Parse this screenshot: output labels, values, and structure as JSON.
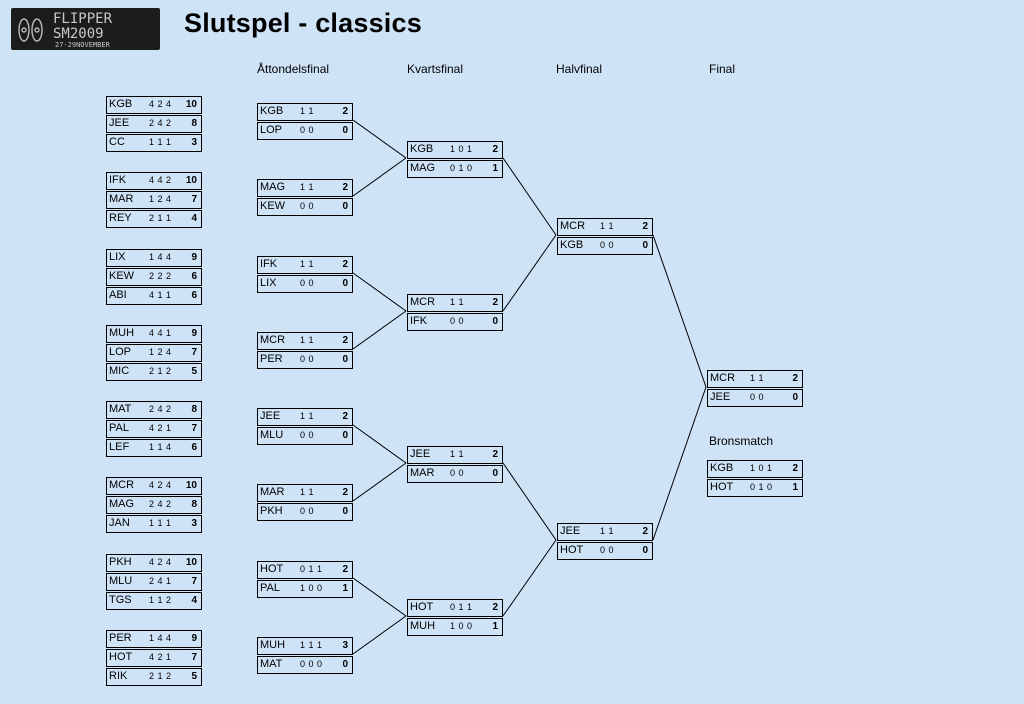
{
  "logo": {
    "line1": "FLIPPER",
    "line2": "SM2009",
    "line3": "27-29NOVEMBER"
  },
  "title": "Slutspel - classics",
  "round_headers": [
    "Åttondelsfinal",
    "Kvartsfinal",
    "Halvfinal",
    "Final"
  ],
  "bronze_label": "Bronsmatch",
  "groups": [
    [
      {
        "t": "KGB",
        "g": "4 2 4",
        "s": "10"
      },
      {
        "t": "JEE",
        "g": "2 4 2",
        "s": "8"
      },
      {
        "t": "CC",
        "g": "1 1 1",
        "s": "3"
      }
    ],
    [
      {
        "t": "IFK",
        "g": "4 4 2",
        "s": "10"
      },
      {
        "t": "MAR",
        "g": "1 2 4",
        "s": "7"
      },
      {
        "t": "REY",
        "g": "2 1 1",
        "s": "4"
      }
    ],
    [
      {
        "t": "LIX",
        "g": "1 4 4",
        "s": "9"
      },
      {
        "t": "KEW",
        "g": "2 2 2",
        "s": "6"
      },
      {
        "t": "ABI",
        "g": "4 1 1",
        "s": "6"
      }
    ],
    [
      {
        "t": "MUH",
        "g": "4 4 1",
        "s": "9"
      },
      {
        "t": "LOP",
        "g": "1 2 4",
        "s": "7"
      },
      {
        "t": "MIC",
        "g": "2 1 2",
        "s": "5"
      }
    ],
    [
      {
        "t": "MAT",
        "g": "2 4 2",
        "s": "8"
      },
      {
        "t": "PAL",
        "g": "4 2 1",
        "s": "7"
      },
      {
        "t": "LEF",
        "g": "1 1 4",
        "s": "6"
      }
    ],
    [
      {
        "t": "MCR",
        "g": "4 2 4",
        "s": "10"
      },
      {
        "t": "MAG",
        "g": "2 4 2",
        "s": "8"
      },
      {
        "t": "JAN",
        "g": "1 1 1",
        "s": "3"
      }
    ],
    [
      {
        "t": "PKH",
        "g": "4 2 4",
        "s": "10"
      },
      {
        "t": "MLU",
        "g": "2 4 1",
        "s": "7"
      },
      {
        "t": "TGS",
        "g": "1 1 2",
        "s": "4"
      }
    ],
    [
      {
        "t": "PER",
        "g": "1 4 4",
        "s": "9"
      },
      {
        "t": "HOT",
        "g": "4 2 1",
        "s": "7"
      },
      {
        "t": "RIK",
        "g": "2 1 2",
        "s": "5"
      }
    ]
  ],
  "r16": [
    [
      {
        "t": "KGB",
        "g": "1 1",
        "s": "2"
      },
      {
        "t": "LOP",
        "g": "0 0",
        "s": "0"
      }
    ],
    [
      {
        "t": "MAG",
        "g": "1 1",
        "s": "2"
      },
      {
        "t": "KEW",
        "g": "0 0",
        "s": "0"
      }
    ],
    [
      {
        "t": "IFK",
        "g": "1 1",
        "s": "2"
      },
      {
        "t": "LIX",
        "g": "0 0",
        "s": "0"
      }
    ],
    [
      {
        "t": "MCR",
        "g": "1 1",
        "s": "2"
      },
      {
        "t": "PER",
        "g": "0 0",
        "s": "0"
      }
    ],
    [
      {
        "t": "JEE",
        "g": "1 1",
        "s": "2"
      },
      {
        "t": "MLU",
        "g": "0 0",
        "s": "0"
      }
    ],
    [
      {
        "t": "MAR",
        "g": "1 1",
        "s": "2"
      },
      {
        "t": "PKH",
        "g": "0 0",
        "s": "0"
      }
    ],
    [
      {
        "t": "HOT",
        "g": "0 1 1",
        "s": "2"
      },
      {
        "t": "PAL",
        "g": "1 0 0",
        "s": "1"
      }
    ],
    [
      {
        "t": "MUH",
        "g": "1 1 1",
        "s": "3"
      },
      {
        "t": "MAT",
        "g": "0 0 0",
        "s": "0"
      }
    ]
  ],
  "qf": [
    [
      {
        "t": "KGB",
        "g": "1 0 1",
        "s": "2"
      },
      {
        "t": "MAG",
        "g": "0 1 0",
        "s": "1"
      }
    ],
    [
      {
        "t": "MCR",
        "g": "1 1",
        "s": "2"
      },
      {
        "t": "IFK",
        "g": "0 0",
        "s": "0"
      }
    ],
    [
      {
        "t": "JEE",
        "g": "1 1",
        "s": "2"
      },
      {
        "t": "MAR",
        "g": "0 0",
        "s": "0"
      }
    ],
    [
      {
        "t": "HOT",
        "g": "0 1 1",
        "s": "2"
      },
      {
        "t": "MUH",
        "g": "1 0 0",
        "s": "1"
      }
    ]
  ],
  "sf": [
    [
      {
        "t": "MCR",
        "g": "1 1",
        "s": "2"
      },
      {
        "t": "KGB",
        "g": "0 0",
        "s": "0"
      }
    ],
    [
      {
        "t": "JEE",
        "g": "1 1",
        "s": "2"
      },
      {
        "t": "HOT",
        "g": "0 0",
        "s": "0"
      }
    ]
  ],
  "final": [
    [
      {
        "t": "MCR",
        "g": "1 1",
        "s": "2"
      },
      {
        "t": "JEE",
        "g": "0 0",
        "s": "0"
      }
    ]
  ],
  "bronze": [
    [
      {
        "t": "KGB",
        "g": "1 0 1",
        "s": "2"
      },
      {
        "t": "HOT",
        "g": "0 1 0",
        "s": "1"
      }
    ]
  ]
}
